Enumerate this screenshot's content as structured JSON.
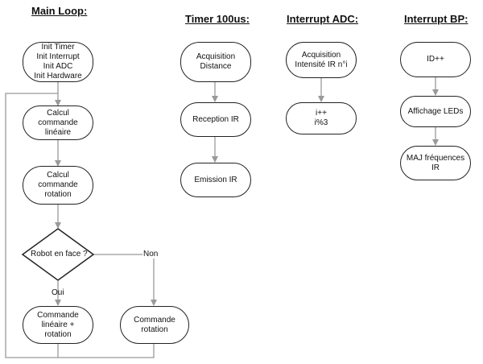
{
  "titles": {
    "main_loop": "Main Loop:",
    "timer": "Timer 100us:",
    "interrupt_adc": "Interrupt ADC:",
    "interrupt_bp": "Interrupt BP:"
  },
  "main_loop": {
    "init": "Init Timer\nInit Interrupt\nInit ADC\nInit Hardware",
    "calc_linear": "Calcul commande\nlinéaire",
    "calc_rotation": "Calcul commande\nrotation",
    "decision": "Robot en face ?",
    "yes_label": "Oui",
    "no_label": "Non",
    "cmd_lin_rot": "Commande\nlinéaire + rotation",
    "cmd_rot": "Commande\nrotation"
  },
  "timer": {
    "acq_distance": "Acquisition\nDistance",
    "reception_ir": "Reception IR",
    "emission_ir": "Emission IR"
  },
  "interrupt_adc": {
    "acq_intensity": "Acquisition\nIntensité IR n°i",
    "counter": "i++\ni%3"
  },
  "interrupt_bp": {
    "id_inc": "ID++",
    "display_leds": "Affichage LEDs",
    "maj_freq": "MAJ fréquences\nIR"
  }
}
